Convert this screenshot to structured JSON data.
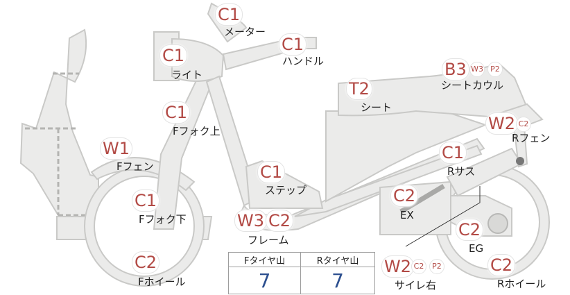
{
  "parts": {
    "meter": {
      "label": "メーター",
      "codes": [
        "C1"
      ]
    },
    "handle": {
      "label": "ハンドル",
      "codes": [
        "C1"
      ]
    },
    "light": {
      "label": "ライト",
      "codes": [
        "C1"
      ]
    },
    "fork_upper": {
      "label": "Fフォク上",
      "codes": [
        "C1"
      ]
    },
    "fender_front": {
      "label": "Fフェン",
      "codes": [
        "W1"
      ]
    },
    "fork_lower": {
      "label": "Fフォク下",
      "codes": [
        "C1"
      ]
    },
    "wheel_front": {
      "label": "Fホイール",
      "codes": [
        "C2"
      ]
    },
    "step": {
      "label": "ステップ",
      "codes": [
        "C1"
      ]
    },
    "frame": {
      "label": "フレーム",
      "codes": [
        "W3",
        "C2"
      ]
    },
    "seat": {
      "label": "シート",
      "codes": [
        "T2"
      ]
    },
    "seat_cowl": {
      "label": "シートカウル",
      "codes": [
        "B3",
        "W3",
        "P2"
      ]
    },
    "fender_rear": {
      "label": "Rフェン",
      "codes": [
        "W2",
        "C2"
      ]
    },
    "suspension_rear": {
      "label": "Rサス",
      "codes": [
        "C1"
      ]
    },
    "exhaust": {
      "label": "EX",
      "codes": [
        "C2"
      ]
    },
    "engine": {
      "label": "EG",
      "codes": [
        "C2"
      ]
    },
    "muffler_right": {
      "label": "サイレ右",
      "codes": [
        "W2",
        "C2",
        "P2"
      ]
    },
    "wheel_rear": {
      "label": "Rホイール",
      "codes": [
        "C2"
      ]
    }
  },
  "tread": {
    "front_header": "Fタイヤ山",
    "rear_header": "Rタイヤ山",
    "front_value": "7",
    "rear_value": "7"
  },
  "colors": {
    "code_text": "#b24a45",
    "tread_value": "#2c4f8f",
    "part_fill": "#ebebea",
    "part_stroke": "#c9c9c7"
  }
}
